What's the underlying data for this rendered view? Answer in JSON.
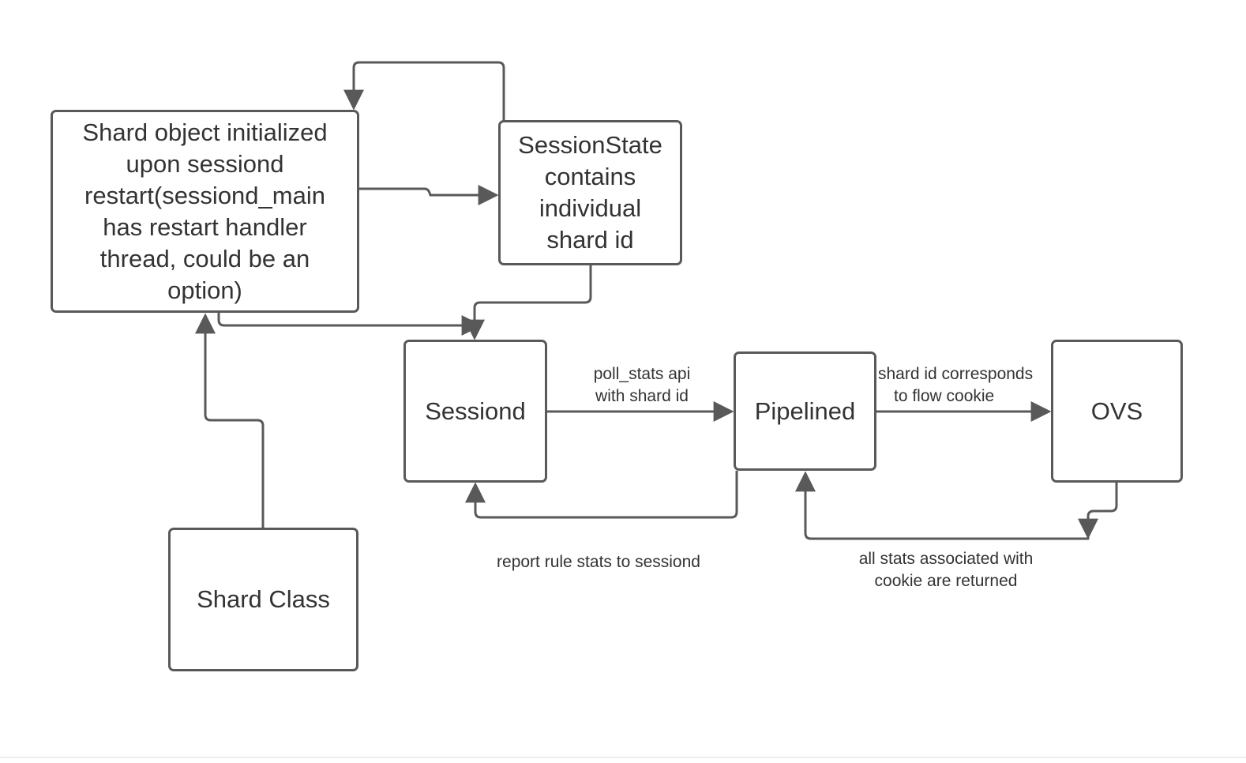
{
  "nodes": {
    "shard_object": "Shard object initialized upon sessiond restart(sessiond_main has restart handler thread, could be an option)",
    "session_state": "SessionState contains individual shard id",
    "sessiond": "Sessiond",
    "pipelined": "Pipelined",
    "ovs": "OVS",
    "shard_class": "Shard Class"
  },
  "edge_labels": {
    "poll_stats_line1": "poll_stats api",
    "poll_stats_line2": "with shard id",
    "shard_id_line1": "shard id corresponds",
    "shard_id_line2": "to flow cookie",
    "report_rule_stats": "report rule stats to sessiond",
    "all_stats_line1": "all stats associated with",
    "all_stats_line2": "cookie are returned"
  },
  "colors": {
    "line": "#595959",
    "text": "#333333",
    "background": "#ffffff"
  }
}
